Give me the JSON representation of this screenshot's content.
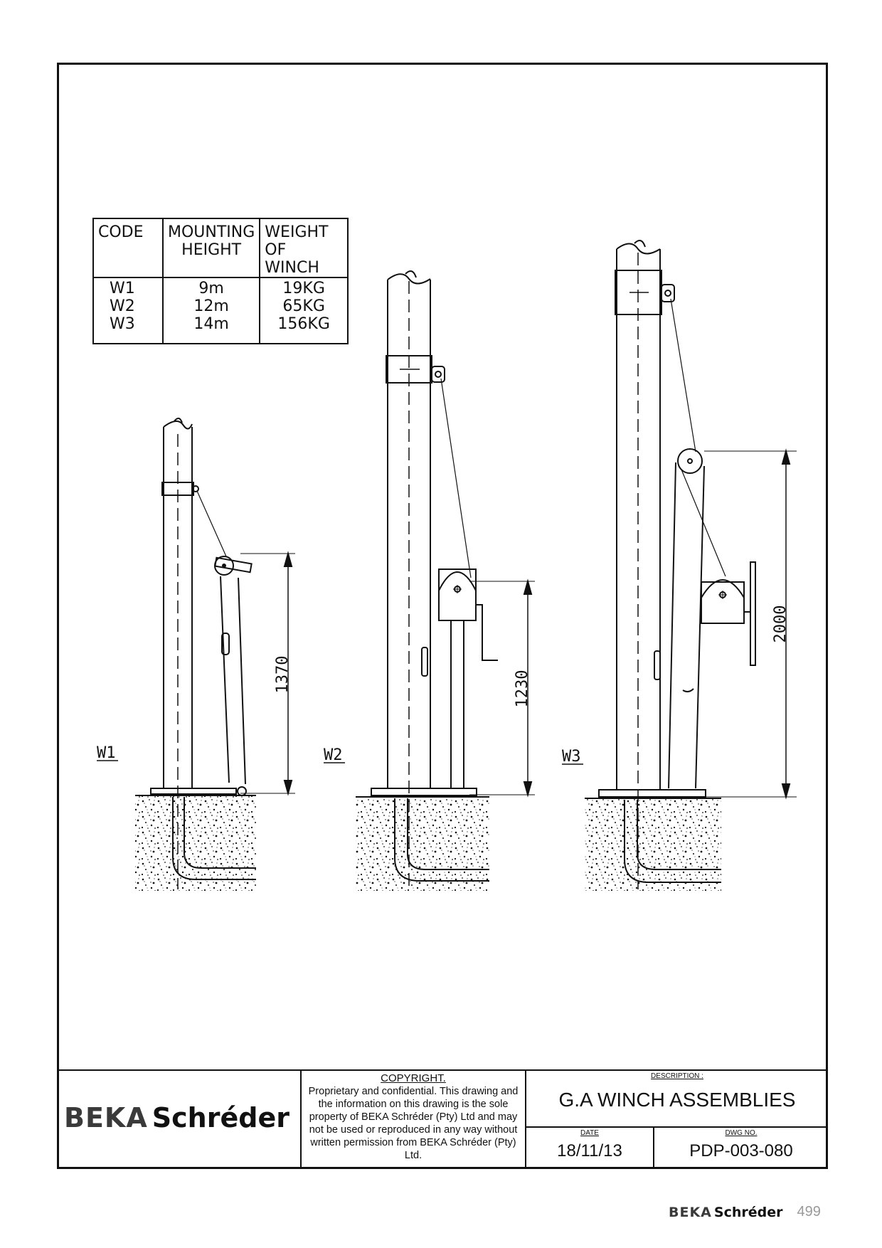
{
  "table": {
    "headers": [
      [
        "CODE"
      ],
      [
        "MOUNTING",
        "HEIGHT"
      ],
      [
        "WEIGHT OF",
        "WINCH"
      ]
    ],
    "rows": [
      {
        "code": "W1",
        "height": "9m",
        "weight": "19KG"
      },
      {
        "code": "W2",
        "height": "12m",
        "weight": "65KG"
      },
      {
        "code": "W3",
        "height": "14m",
        "weight": "156KG"
      }
    ]
  },
  "assemblies": [
    {
      "label": "W1",
      "dimension": "1370"
    },
    {
      "label": "W2",
      "dimension": "1230"
    },
    {
      "label": "W3",
      "dimension": "2000"
    }
  ],
  "title_block": {
    "logo": {
      "brand_a": "BEKA",
      "brand_b": "Schréder"
    },
    "copyright_heading": "COPYRIGHT.",
    "copyright_text": "Proprietary and confidential. This drawing and the information on this drawing is the sole property of BEKA Schréder (Pty) Ltd and may not be used or reproduced in any way without written permission from BEKA Schréder (Pty) Ltd.",
    "description_label": "DESCRIPTION :",
    "description": "G.A WINCH ASSEMBLIES",
    "date_label": "DATE",
    "date": "18/11/13",
    "dwg_label": "DWG NO.",
    "dwg_no": "PDP-003-080"
  },
  "footer": {
    "brand_a": "BEKA",
    "brand_b": "Schréder",
    "page_number": "499"
  }
}
